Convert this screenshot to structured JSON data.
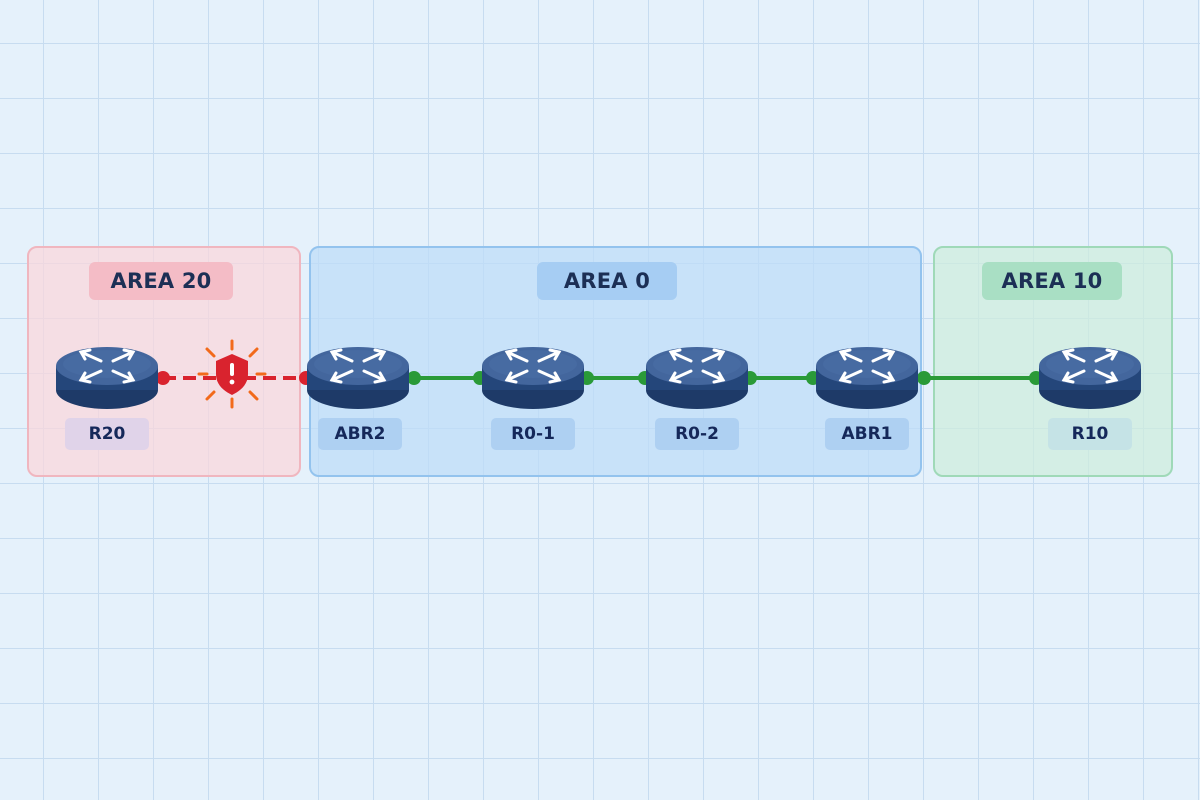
{
  "areas": {
    "area20": {
      "title": "AREA 20"
    },
    "area0": {
      "title": "AREA 0"
    },
    "area10": {
      "title": "AREA 10"
    }
  },
  "routers": {
    "r20": {
      "label": "R20"
    },
    "abr2": {
      "label": "ABR2"
    },
    "r01": {
      "label": "R0-1"
    },
    "r02": {
      "label": "R0-2"
    },
    "abr1": {
      "label": "ABR1"
    },
    "r10": {
      "label": "R10"
    }
  },
  "links": [
    {
      "from": "R20",
      "to": "ABR2",
      "status": "down"
    },
    {
      "from": "ABR2",
      "to": "R0-1",
      "status": "up"
    },
    {
      "from": "R0-1",
      "to": "R0-2",
      "status": "up"
    },
    {
      "from": "R0-2",
      "to": "ABR1",
      "status": "up"
    },
    {
      "from": "ABR1",
      "to": "R10",
      "status": "up"
    }
  ],
  "icons": {
    "router": "router-icon",
    "alert": "security-alert-shield-icon"
  },
  "colors": {
    "link_up": "#2a9a38",
    "link_down": "#d9232e",
    "router_top": "#3d5f96",
    "router_side": "#1e3a68"
  }
}
